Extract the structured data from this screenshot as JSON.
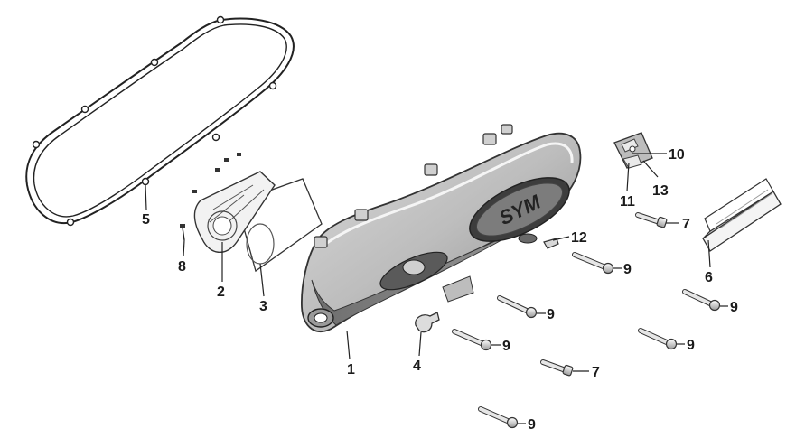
{
  "diagram": {
    "logo_text": "SYM",
    "callouts": [
      {
        "id": "c1",
        "label": "1"
      },
      {
        "id": "c2",
        "label": "2"
      },
      {
        "id": "c3",
        "label": "3"
      },
      {
        "id": "c4",
        "label": "4"
      },
      {
        "id": "c5",
        "label": "5"
      },
      {
        "id": "c6",
        "label": "6"
      },
      {
        "id": "c7a",
        "label": "7"
      },
      {
        "id": "c7b",
        "label": "7"
      },
      {
        "id": "c8",
        "label": "8"
      },
      {
        "id": "c9a",
        "label": "9"
      },
      {
        "id": "c9b",
        "label": "9"
      },
      {
        "id": "c9c",
        "label": "9"
      },
      {
        "id": "c9d",
        "label": "9"
      },
      {
        "id": "c9e",
        "label": "9"
      },
      {
        "id": "c9f",
        "label": "9"
      },
      {
        "id": "c10",
        "label": "10"
      },
      {
        "id": "c11",
        "label": "11"
      },
      {
        "id": "c12",
        "label": "12"
      },
      {
        "id": "c13",
        "label": "13"
      }
    ]
  }
}
